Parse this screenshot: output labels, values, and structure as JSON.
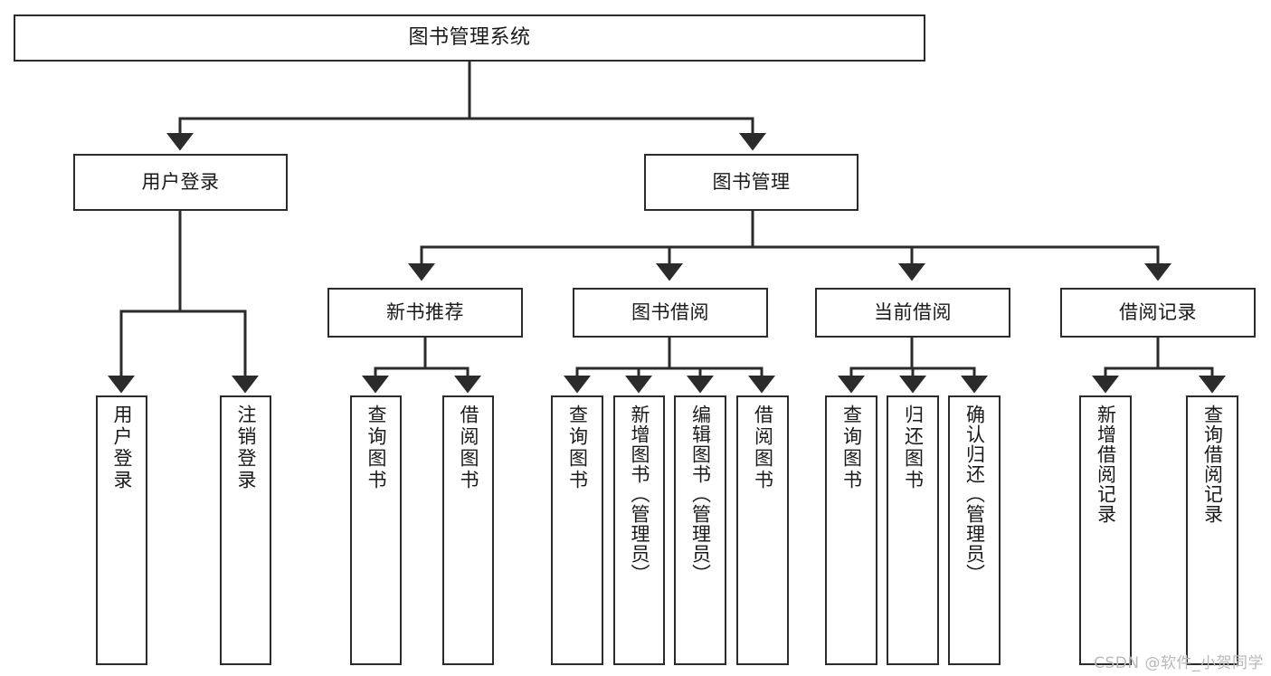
{
  "diagram": {
    "title": "图书管理系统",
    "type": "tree-hierarchy-chart",
    "orientation": "top-down",
    "colors": {
      "background": "#ffffff",
      "node_fill": "#ffffff",
      "node_stroke": "#2b2b2b",
      "edge_stroke": "#2b2b2b",
      "text": "#1a1a1a",
      "watermark": "#b9b9b9"
    }
  },
  "root": {
    "label": "图书管理系统"
  },
  "level2": [
    {
      "label": "用户登录"
    },
    {
      "label": "图书管理"
    }
  ],
  "level3": [
    {
      "label": "新书推荐"
    },
    {
      "label": "图书借阅"
    },
    {
      "label": "当前借阅"
    },
    {
      "label": "借阅记录"
    }
  ],
  "leaves": {
    "user_login": [
      {
        "label": "用户登录"
      },
      {
        "label": "注销登录"
      }
    ],
    "new_book_recommend": [
      {
        "label": "查询图书"
      },
      {
        "label": "借阅图书"
      }
    ],
    "book_borrow": [
      {
        "label": "查询图书"
      },
      {
        "label": "新增图书（管理员）"
      },
      {
        "label": "编辑图书（管理员）"
      },
      {
        "label": "借阅图书"
      }
    ],
    "current_borrow": [
      {
        "label": "查询图书"
      },
      {
        "label": "归还图书"
      },
      {
        "label": "确认归还（管理员）"
      }
    ],
    "borrow_record": [
      {
        "label": "新增借阅记录"
      },
      {
        "label": "查询借阅记录"
      }
    ]
  },
  "watermark": {
    "text": "CSDN @软件_小贺同学"
  }
}
